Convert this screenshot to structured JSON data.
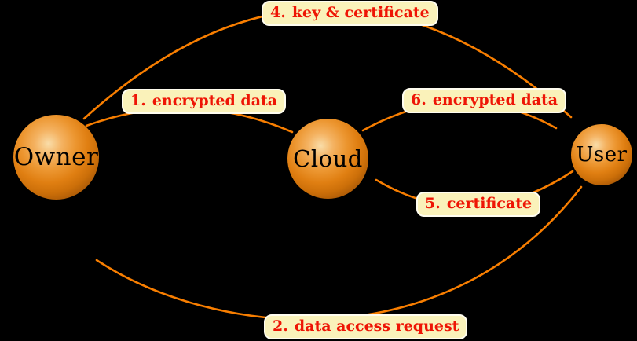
{
  "colors": {
    "background": "#000000",
    "edge": "#f87e00",
    "label_bg": "#faf2ba",
    "label_border": "#fffdf0",
    "label_text": "#ee1505",
    "node_text": "#000000"
  },
  "nodes": {
    "owner": {
      "label": "Owner"
    },
    "cloud": {
      "label": "Cloud"
    },
    "user": {
      "label": "User"
    }
  },
  "labels": [
    {
      "num": "1.",
      "text": "encrypted data",
      "between": [
        "Owner",
        "Cloud"
      ]
    },
    {
      "num": "2.",
      "text": "data access request",
      "between": [
        "Owner",
        "User"
      ]
    },
    {
      "num": "4.",
      "text": "key & certificate",
      "between": [
        "Owner",
        "User"
      ]
    },
    {
      "num": "5.",
      "text": "certificate",
      "between": [
        "Cloud",
        "User"
      ]
    },
    {
      "num": "6.",
      "text": "encrypted data",
      "between": [
        "Cloud",
        "User"
      ]
    }
  ]
}
